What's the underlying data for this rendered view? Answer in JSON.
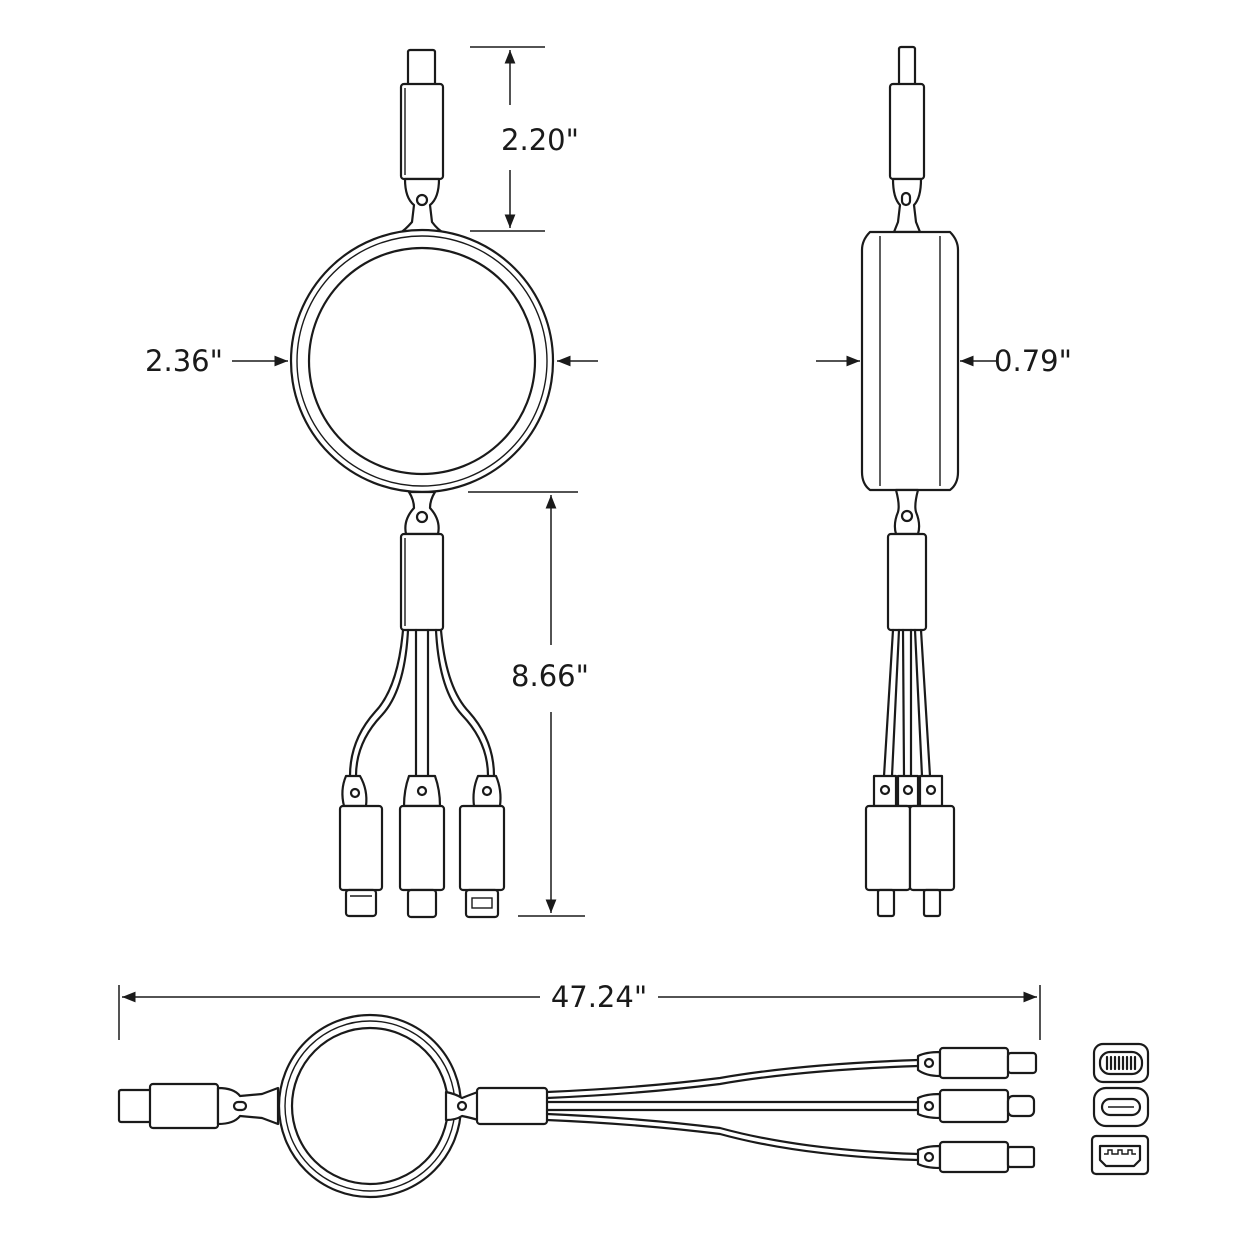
{
  "dimensions": {
    "top_connector_length": "2.20\"",
    "reel_diameter": "2.36\"",
    "reel_thickness": "0.79\"",
    "lower_cable_length": "8.66\"",
    "total_length": "47.24\""
  },
  "connectors": [
    {
      "name": "lightning",
      "icon": "lightning-port-icon"
    },
    {
      "name": "usb-c",
      "icon": "usb-c-port-icon"
    },
    {
      "name": "micro-usb",
      "icon": "micro-usb-port-icon"
    }
  ]
}
